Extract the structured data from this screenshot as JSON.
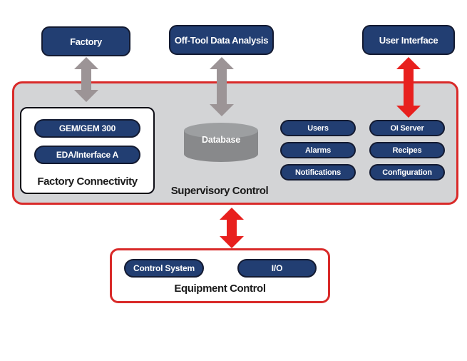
{
  "colors": {
    "navy": "#223e72",
    "navy_border": "#131a31",
    "box_gray": "#d3d4d6",
    "border_red": "#d92a29",
    "arrow_red": "#e8201e",
    "arrow_gray": "#9c9496",
    "cylinder_body": "#88898b",
    "cylinder_top": "#9d9fa1",
    "text_dark": "#1a1a1a"
  },
  "top_nodes": [
    {
      "label": "Factory"
    },
    {
      "label": "Off-Tool Data Analysis"
    },
    {
      "label": "User Interface"
    }
  ],
  "supervisory": {
    "label": "Supervisory Control",
    "factory_connectivity": {
      "label": "Factory Connectivity",
      "items": [
        {
          "label": "GEM/GEM 300"
        },
        {
          "label": "EDA/Interface A"
        }
      ]
    },
    "database": {
      "label": "Database"
    },
    "services": [
      {
        "label": "Users"
      },
      {
        "label": "Alarms"
      },
      {
        "label": "Notifications"
      },
      {
        "label": "OI Server"
      },
      {
        "label": "Recipes"
      },
      {
        "label": "Configuration"
      }
    ]
  },
  "equipment_control": {
    "label": "Equipment Control",
    "items": [
      {
        "label": "Control System"
      },
      {
        "label": "I/O"
      }
    ]
  }
}
